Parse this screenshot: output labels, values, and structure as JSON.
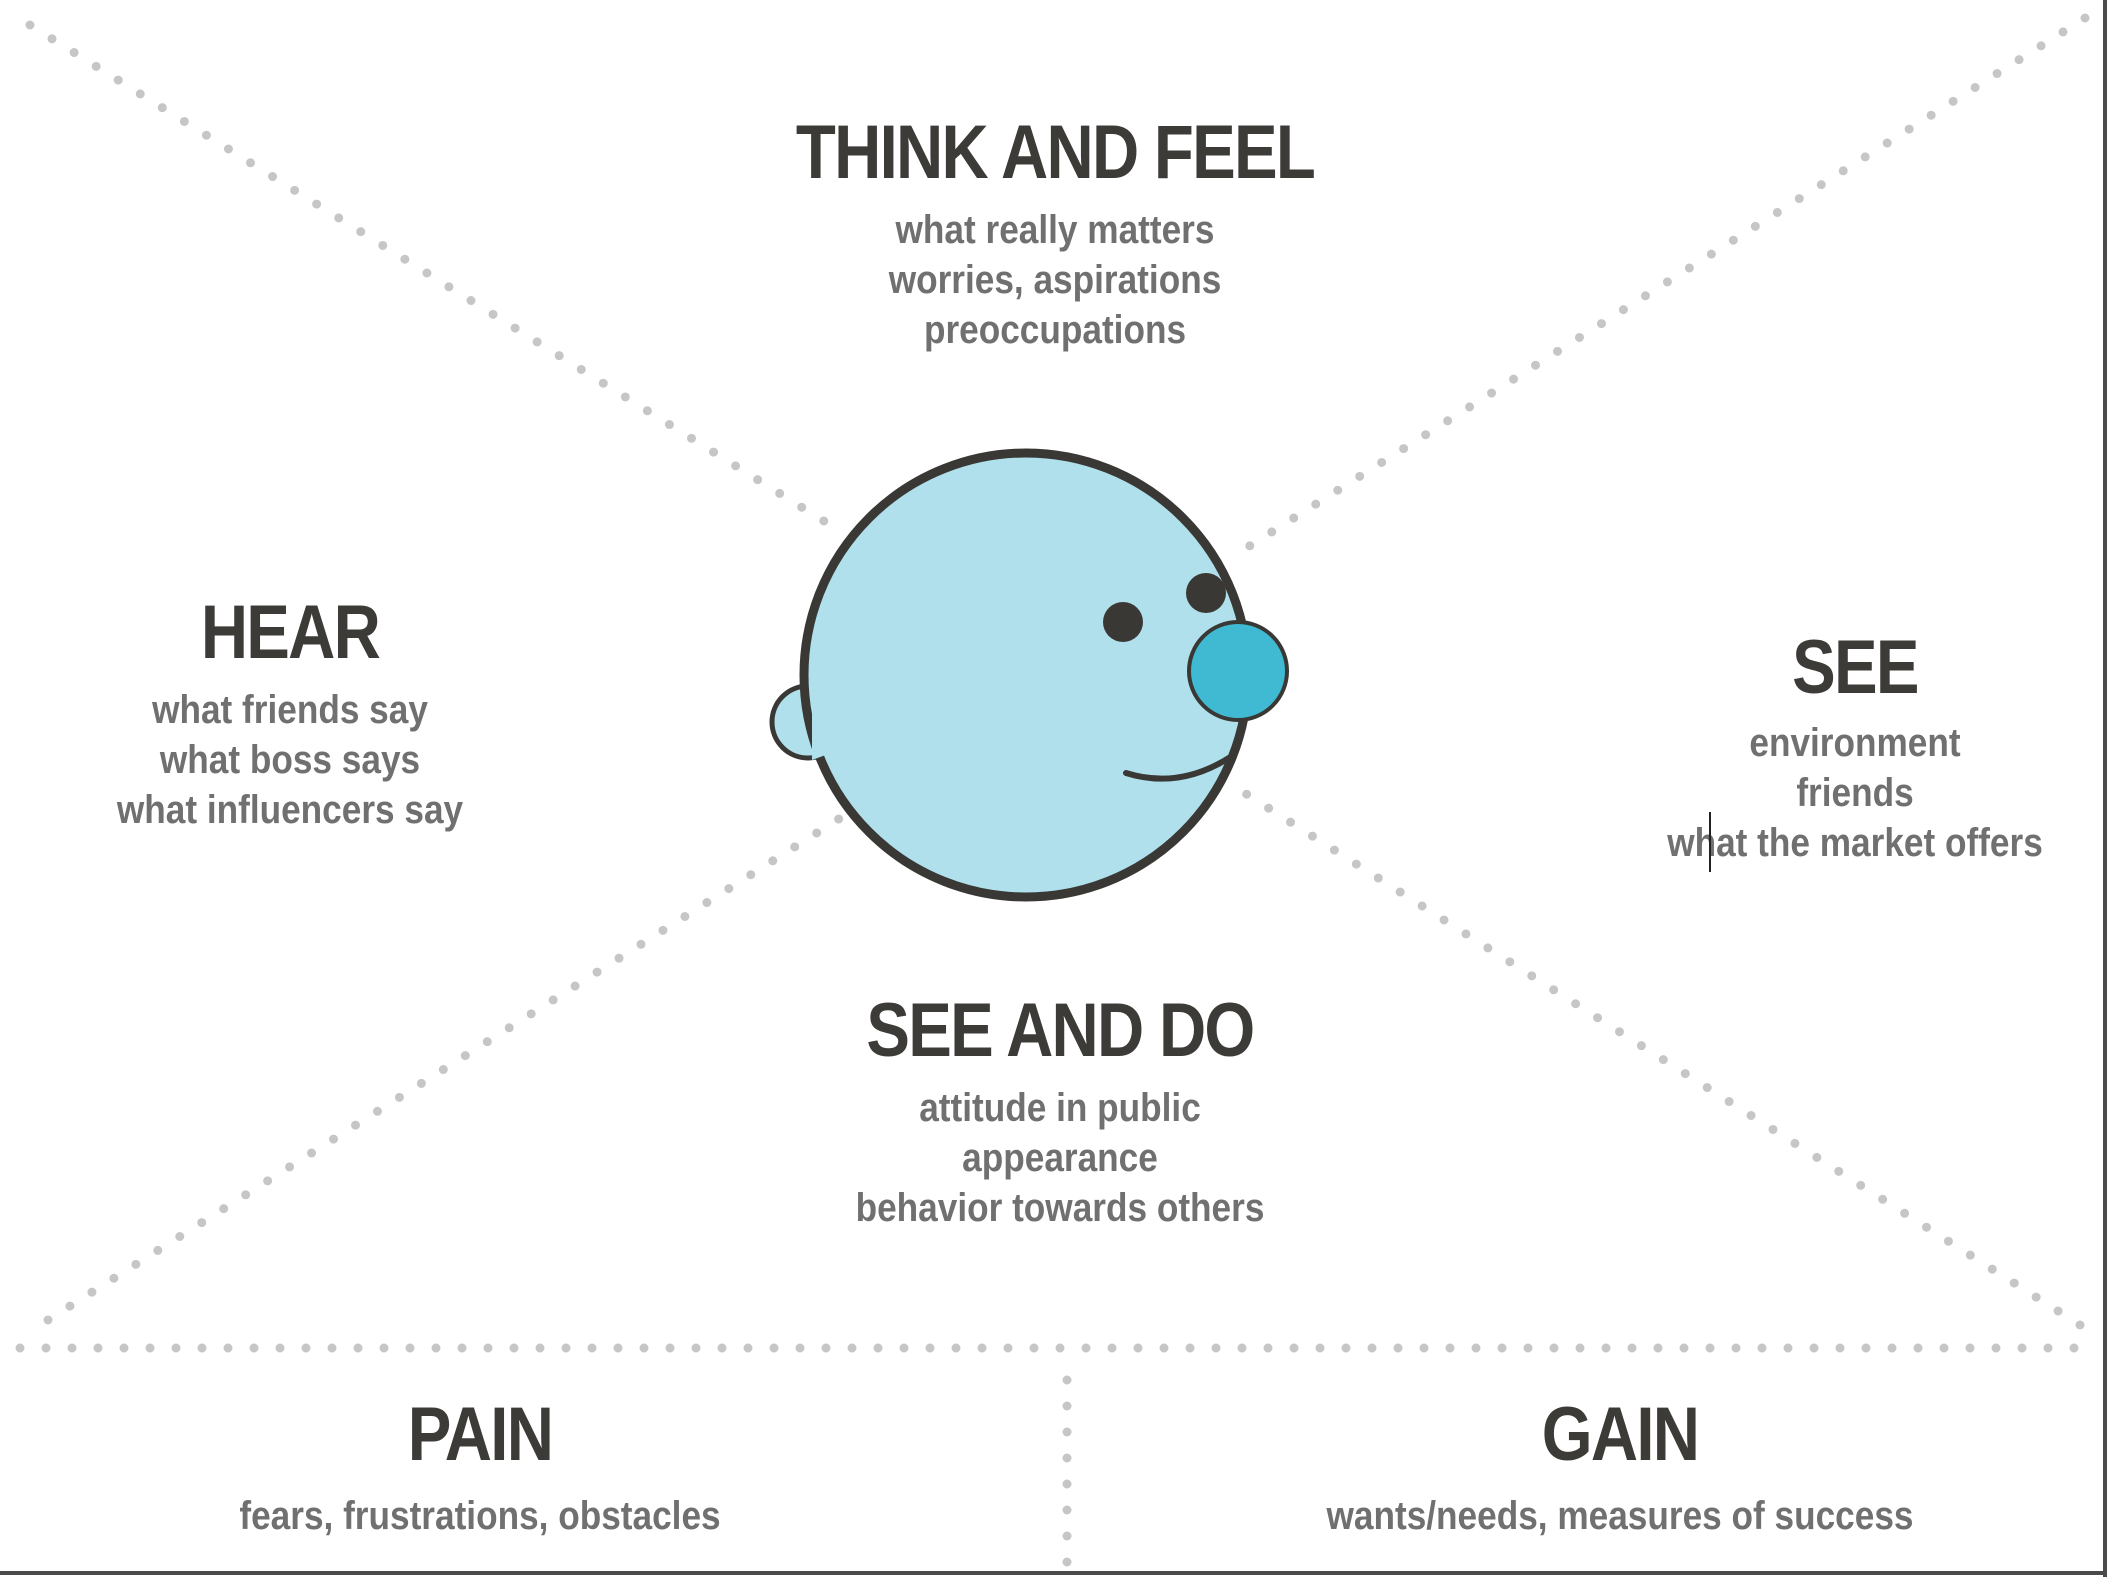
{
  "sections": {
    "think": {
      "title": "THINK AND FEEL",
      "lines": [
        "what really matters",
        "worries, aspirations",
        "preoccupations"
      ]
    },
    "hear": {
      "title": "HEAR",
      "lines": [
        "what friends say",
        "what boss says",
        "what influencers say"
      ]
    },
    "see": {
      "title": "SEE",
      "lines": [
        "environment",
        "friends",
        "what the market offers"
      ]
    },
    "see_do": {
      "title": "SEE AND DO",
      "lines": [
        "attitude in public",
        "appearance",
        "behavior towards others"
      ]
    },
    "pain": {
      "title": "PAIN",
      "lines": [
        "fears, frustrations, obstacles"
      ]
    },
    "gain": {
      "title": "GAIN",
      "lines": [
        "wants/needs, measures of success"
      ]
    }
  },
  "colors": {
    "heading": "#3d3b38",
    "body_text": "#707070",
    "dotted_line": "#c6c6c6",
    "head_fill": "#afe0eb",
    "head_outline": "#3a3835",
    "nose_fill": "#40bad3",
    "eye": "#3a3835"
  }
}
